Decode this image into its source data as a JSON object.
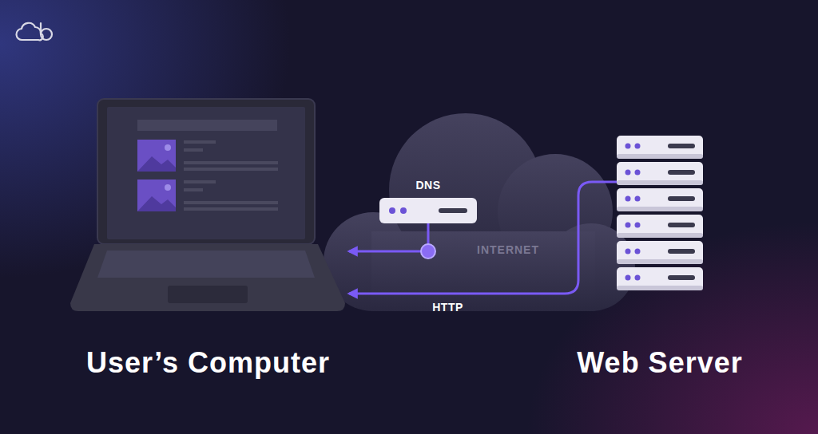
{
  "diagram": {
    "nodes": [
      {
        "text": [
          "User’s Computer"
        ]
      },
      {
        "text": [
          "INTERNET"
        ]
      },
      {
        "text": [
          "DNS"
        ],
        "in": 1
      },
      {
        "text": [
          "Web Server"
        ]
      }
    ],
    "edges": [
      {
        "from": 2,
        "to": 0,
        "arrow": "to"
      },
      {
        "from": 3,
        "to": 0,
        "label": "HTTP",
        "arrow": "to"
      }
    ]
  }
}
